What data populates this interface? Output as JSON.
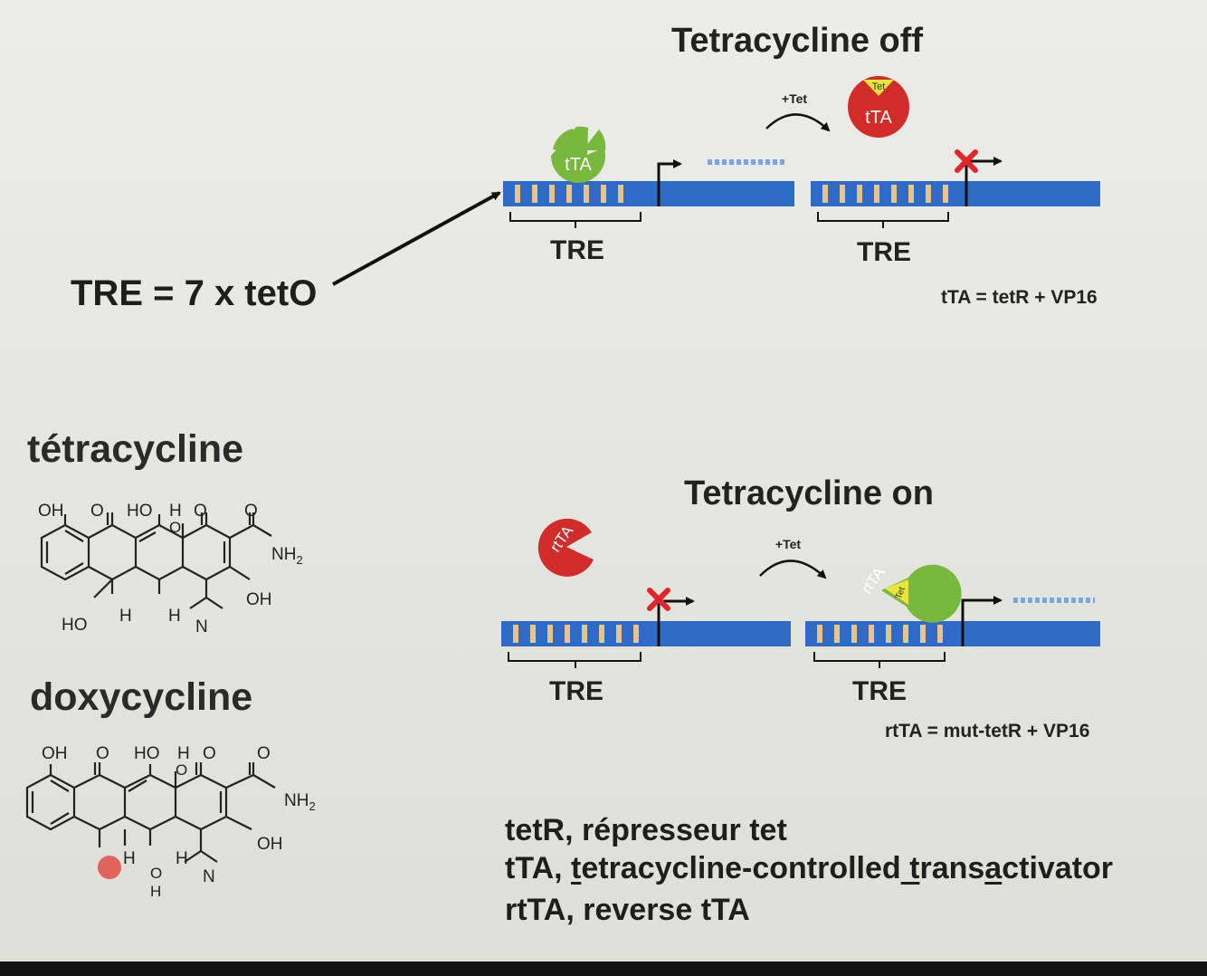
{
  "off": {
    "title": "Tetracycline off",
    "tet_label": "+Tet",
    "tta_bound": "tTA",
    "tta_free": "tTA",
    "tet_cap": "Tet",
    "tre_left": "TRE",
    "tre_right": "TRE",
    "definition": "tTA = tetR + VP16"
  },
  "on": {
    "title": "Tetracycline on",
    "tet_label": "+Tet",
    "rtta_free": "rtTA",
    "rtta_bound": "rtTA",
    "tet_tag": "Tet",
    "tre_left": "TRE",
    "tre_right": "TRE",
    "definition": "rtTA = mut-tetR + VP16"
  },
  "tre_definition": "TRE = 7 x tetO",
  "molecules": {
    "tetracycline_name": "tétracycline",
    "doxycycline_name": "doxycycline",
    "tetracycline": {
      "top": [
        "OH",
        "O",
        "HO",
        "H",
        "O",
        "O"
      ],
      "nh2": "NH",
      "sub2": "2",
      "oh": "OH",
      "ho": "HO",
      "h1": "H",
      "h2": "H",
      "n": "N"
    },
    "doxycycline": {
      "top": [
        "OH",
        "O",
        "HO",
        "H",
        "O",
        "O"
      ],
      "nh2": "NH",
      "sub2": "2",
      "oh": "OH",
      "h1": "H",
      "h2": "H",
      "oh_o": "O",
      "oh_h": "H",
      "n": "N"
    }
  },
  "footnotes": {
    "line1": "tetR, répresseur tet",
    "line2_prefix": "tTA, ",
    "line2_u1": "t",
    "line2_mid": "etracycline-controlled",
    "line2_u2": " t",
    "line2_mid2": "rans",
    "line2_u3": "a",
    "line2_end": "ctivator",
    "line3": "rtTA, reverse tTA"
  },
  "colors": {
    "dna": "#2d6bc6",
    "tetO": "#e8c48a",
    "tta": "#77b83d",
    "rtta": "#d22c2a",
    "tet": "#eae43c",
    "block": "#e0262a"
  }
}
